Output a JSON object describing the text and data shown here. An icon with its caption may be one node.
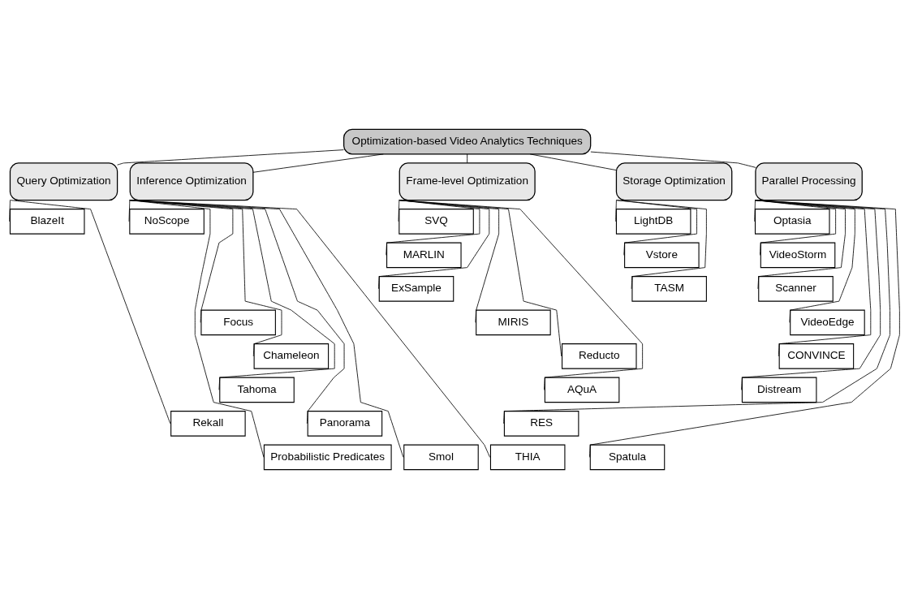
{
  "diagram": {
    "nodes": [
      {
        "text": [
          "Optimization-based Video Analytics Techniques"
        ]
      },
      {
        "text": [
          "Query Optimization"
        ]
      },
      {
        "text": [
          "Inference Optimization"
        ]
      },
      {
        "text": [
          "Frame-level Optimization"
        ]
      },
      {
        "text": [
          "Storage Optimization"
        ]
      },
      {
        "text": [
          "Parallel Processing"
        ]
      },
      {
        "text": [
          "BlazeIt"
        ]
      },
      {
        "text": [
          "Rekall"
        ]
      },
      {
        "text": [
          "NoScope"
        ]
      },
      {
        "text": [
          "Probabilistic Predicates"
        ]
      },
      {
        "text": [
          "Focus"
        ]
      },
      {
        "text": [
          "Chameleon"
        ]
      },
      {
        "text": [
          "Tahoma"
        ]
      },
      {
        "text": [
          "Panorama"
        ]
      },
      {
        "text": [
          "Smol"
        ]
      },
      {
        "text": [
          "THIA"
        ]
      },
      {
        "text": [
          "SVQ"
        ]
      },
      {
        "text": [
          "MARLIN"
        ]
      },
      {
        "text": [
          "ExSample"
        ]
      },
      {
        "text": [
          "MIRIS"
        ]
      },
      {
        "text": [
          "Reducto"
        ]
      },
      {
        "text": [
          "AQuA"
        ]
      },
      {
        "text": [
          "LightDB"
        ]
      },
      {
        "text": [
          "Vstore"
        ]
      },
      {
        "text": [
          "TASM"
        ]
      },
      {
        "text": [
          "Optasia"
        ]
      },
      {
        "text": [
          "VideoStorm"
        ]
      },
      {
        "text": [
          "Scanner"
        ]
      },
      {
        "text": [
          "VideoEdge"
        ]
      },
      {
        "text": [
          "CONVINCE"
        ]
      },
      {
        "text": [
          "Distream"
        ]
      },
      {
        "text": [
          "RES"
        ]
      },
      {
        "text": [
          "Spatula"
        ]
      }
    ],
    "edges": [
      {
        "from": 0,
        "to": 1,
        "arrow": "none"
      },
      {
        "from": 0,
        "to": 2,
        "arrow": "none"
      },
      {
        "from": 0,
        "to": 3,
        "arrow": "none"
      },
      {
        "from": 0,
        "to": 4,
        "arrow": "none"
      },
      {
        "from": 0,
        "to": 5,
        "arrow": "none"
      },
      {
        "from": 1,
        "to": 6,
        "arrow": "none"
      },
      {
        "from": 1,
        "to": 7,
        "arrow": "none"
      },
      {
        "from": 2,
        "to": 8,
        "arrow": "none"
      },
      {
        "from": 2,
        "to": 9,
        "arrow": "none"
      },
      {
        "from": 2,
        "to": 10,
        "arrow": "none"
      },
      {
        "from": 2,
        "to": 11,
        "arrow": "none"
      },
      {
        "from": 2,
        "to": 12,
        "arrow": "none"
      },
      {
        "from": 2,
        "to": 13,
        "arrow": "none"
      },
      {
        "from": 2,
        "to": 14,
        "arrow": "none"
      },
      {
        "from": 2,
        "to": 15,
        "arrow": "none"
      },
      {
        "from": 3,
        "to": 16,
        "arrow": "none"
      },
      {
        "from": 3,
        "to": 17,
        "arrow": "none"
      },
      {
        "from": 3,
        "to": 18,
        "arrow": "none"
      },
      {
        "from": 3,
        "to": 19,
        "arrow": "none"
      },
      {
        "from": 3,
        "to": 20,
        "arrow": "none"
      },
      {
        "from": 3,
        "to": 21,
        "arrow": "none"
      },
      {
        "from": 4,
        "to": 22,
        "arrow": "none"
      },
      {
        "from": 4,
        "to": 23,
        "arrow": "none"
      },
      {
        "from": 4,
        "to": 24,
        "arrow": "none"
      },
      {
        "from": 5,
        "to": 25,
        "arrow": "none"
      },
      {
        "from": 5,
        "to": 26,
        "arrow": "none"
      },
      {
        "from": 5,
        "to": 27,
        "arrow": "none"
      },
      {
        "from": 5,
        "to": 28,
        "arrow": "none"
      },
      {
        "from": 5,
        "to": 29,
        "arrow": "none"
      },
      {
        "from": 5,
        "to": 30,
        "arrow": "none"
      },
      {
        "from": 5,
        "to": 31,
        "arrow": "none"
      },
      {
        "from": 5,
        "to": 32,
        "arrow": "none"
      }
    ]
  }
}
